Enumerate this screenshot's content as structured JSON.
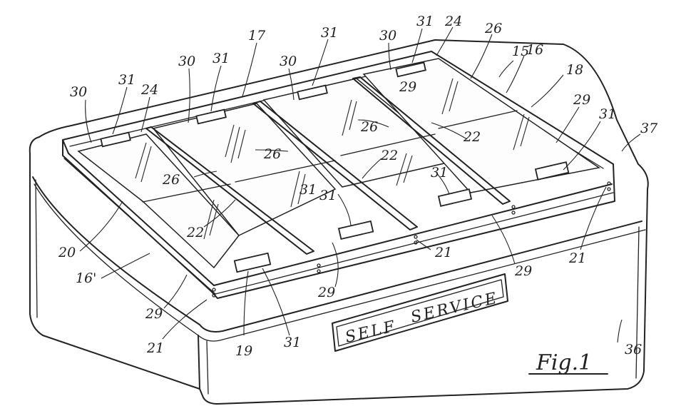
{
  "sign": {
    "left_word": "SELF",
    "right_word": "SERVICE"
  },
  "figure_label": "Fig.1",
  "references": {
    "r15": "15",
    "r16": "16",
    "r16p": "16'",
    "r17": "17",
    "r18": "18",
    "r19": "19",
    "r20": "20",
    "r21a": "21",
    "r21b": "21",
    "r21c": "21",
    "r22a": "22",
    "r22b": "22",
    "r22c": "22",
    "r24a": "24",
    "r24b": "24",
    "r26a": "26",
    "r26b": "26",
    "r26c": "26",
    "r26d": "26",
    "r29a": "29",
    "r29b": "29",
    "r29c": "29",
    "r29d": "29",
    "r29e": "29",
    "r30a": "30",
    "r30b": "30",
    "r30c": "30",
    "r30d": "30",
    "r31a": "31",
    "r31b": "31",
    "r31c": "31",
    "r31d": "31",
    "r31e": "31",
    "r31f": "31",
    "r31g": "31",
    "r31h": "31",
    "r31i": "31",
    "r36": "36",
    "r37": "37"
  }
}
